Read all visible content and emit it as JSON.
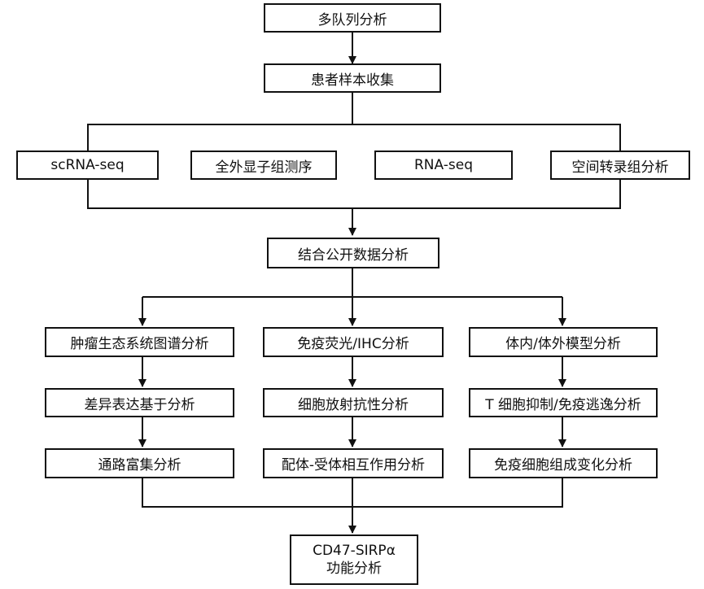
{
  "title_node": "多队列分析",
  "collect_node": "患者样本收集",
  "methods": {
    "scrna": "scRNA-seq",
    "wes": "全外显子组测序",
    "rnaseq": "RNA-seq",
    "spatial": "空间转录组分析"
  },
  "integrate_node": "结合公开数据分析",
  "left_branch": {
    "step1": "肿瘤生态系统图谱分析",
    "step2": "差异表达基于分析",
    "step3": "通路富集分析"
  },
  "middle_branch": {
    "step1": "免疫荧光/IHC分析",
    "step2": "细胞放射抗性分析",
    "step3": "配体-受体相互作用分析"
  },
  "right_branch": {
    "step1": "体内/体外模型分析",
    "step2": "T 细胞抑制/免疫逃逸分析",
    "step3": "免疫细胞组成变化分析"
  },
  "final_node": {
    "line1": "CD47-SIRPα",
    "line2": "功能分析"
  }
}
